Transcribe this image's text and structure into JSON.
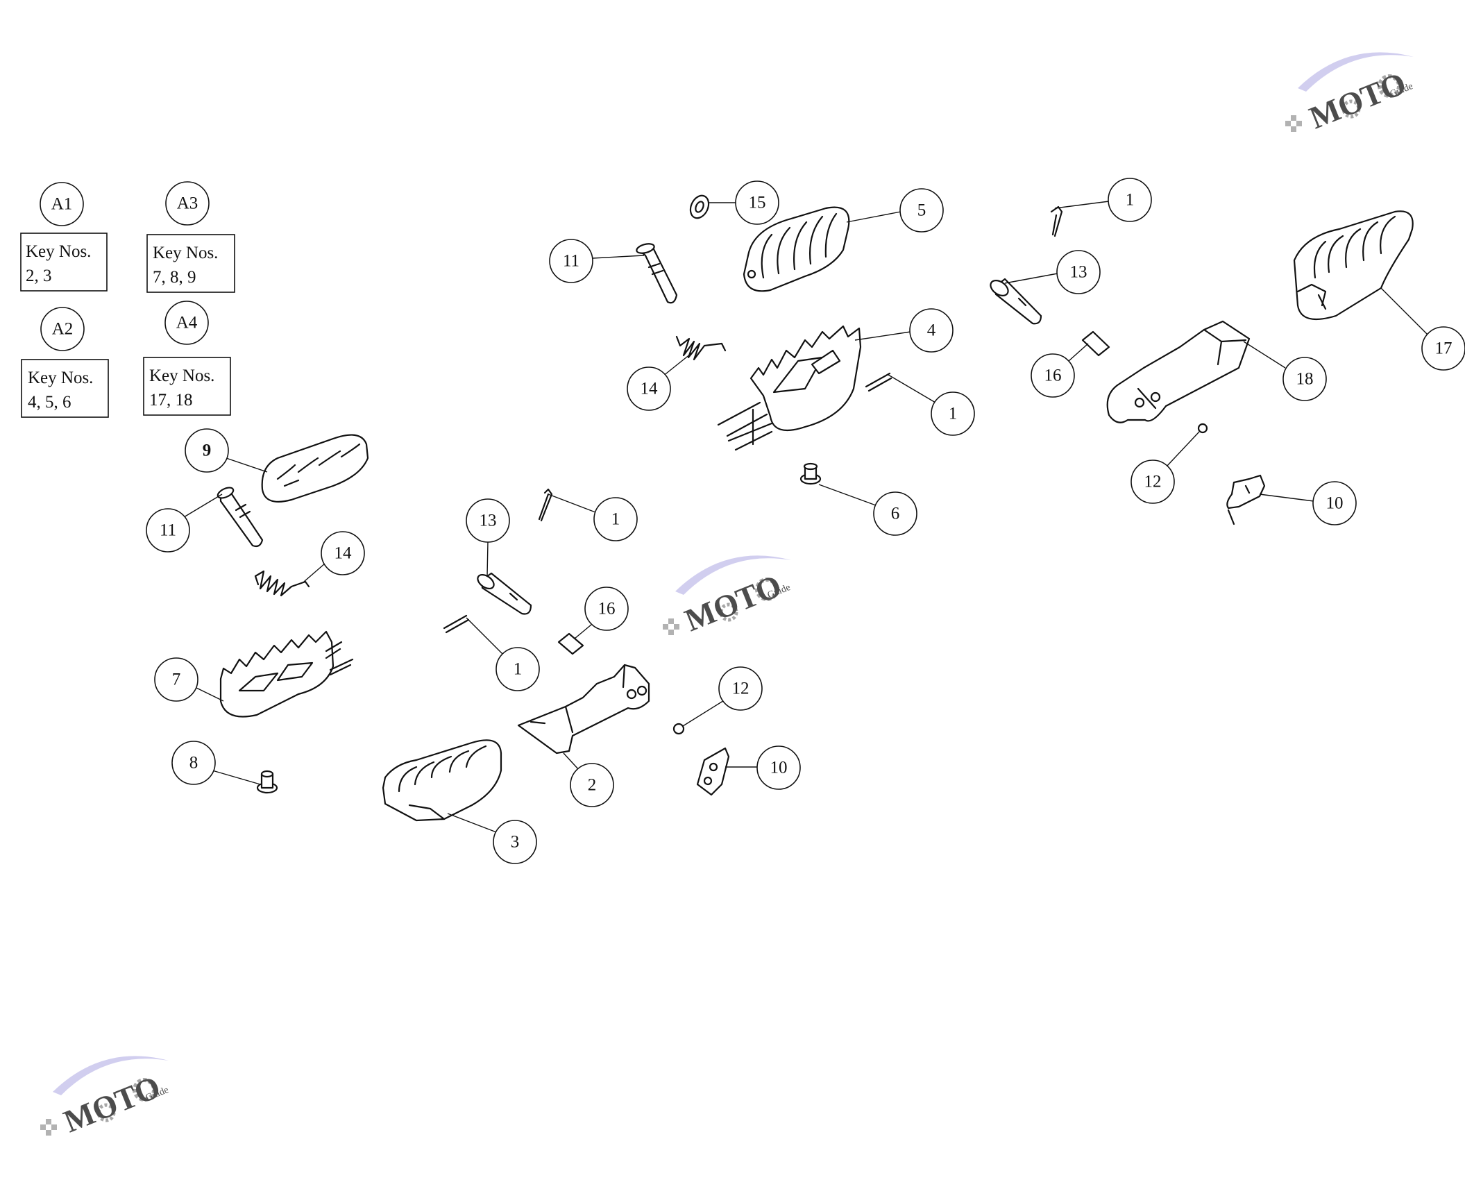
{
  "assembly_keys": [
    {
      "id": "A1",
      "heading": "Key Nos.",
      "items": "2, 3"
    },
    {
      "id": "A2",
      "heading": "Key Nos.",
      "items": "4, 5, 6"
    },
    {
      "id": "A3",
      "heading": "Key Nos.",
      "items": "7, 8, 9"
    },
    {
      "id": "A4",
      "heading": "Key Nos.",
      "items": "17, 18"
    }
  ],
  "callouts": [
    "15",
    "5",
    "11",
    "14",
    "4",
    "1",
    "6",
    "1",
    "13",
    "16",
    "18",
    "17",
    "12",
    "10",
    "9",
    "11",
    "14",
    "13",
    "1",
    "16",
    "1",
    "7",
    "12",
    "10",
    "8",
    "2",
    "3"
  ],
  "watermark": {
    "text": "MOTO",
    "subtext": "Guide",
    "brand_color": "#e8605c",
    "accent_color": "#8f88d8",
    "gear_color": "#8a8a8a"
  }
}
